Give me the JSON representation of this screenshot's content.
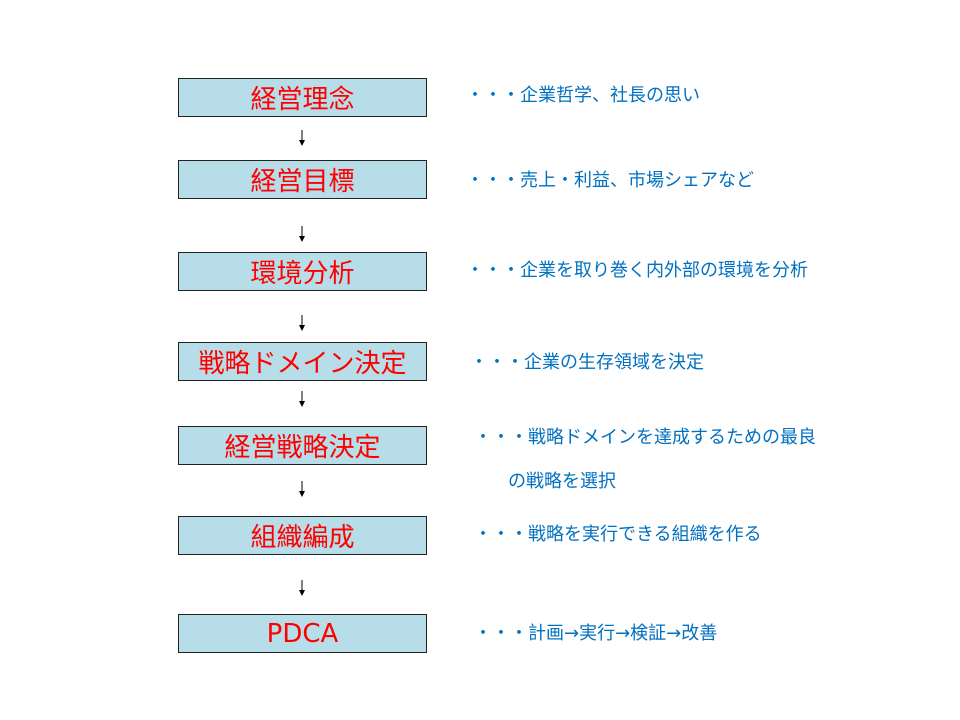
{
  "steps": [
    {
      "label": "経営理念",
      "desc": "・・・企業哲学、社長の思い"
    },
    {
      "label": "経営目標",
      "desc": "・・・売上・利益、市場シェアなど"
    },
    {
      "label": "環境分析",
      "desc": "・・・企業を取り巻く内外部の環境を分析"
    },
    {
      "label": "戦略ドメイン決定",
      "desc": "・・・企業の生存領域を決定"
    },
    {
      "label": "経営戦略決定",
      "desc": "・・・戦略ドメインを達成するための最良",
      "desc2": "の戦略を選択"
    },
    {
      "label": "組織編成",
      "desc": "・・・戦略を実行できる組織を作る"
    },
    {
      "label": "PDCA",
      "desc": "・・・計画→実行→検証→改善"
    }
  ],
  "colors": {
    "box_fill": "#b7dde8",
    "label": "#ff0000",
    "desc": "#0070c0"
  }
}
